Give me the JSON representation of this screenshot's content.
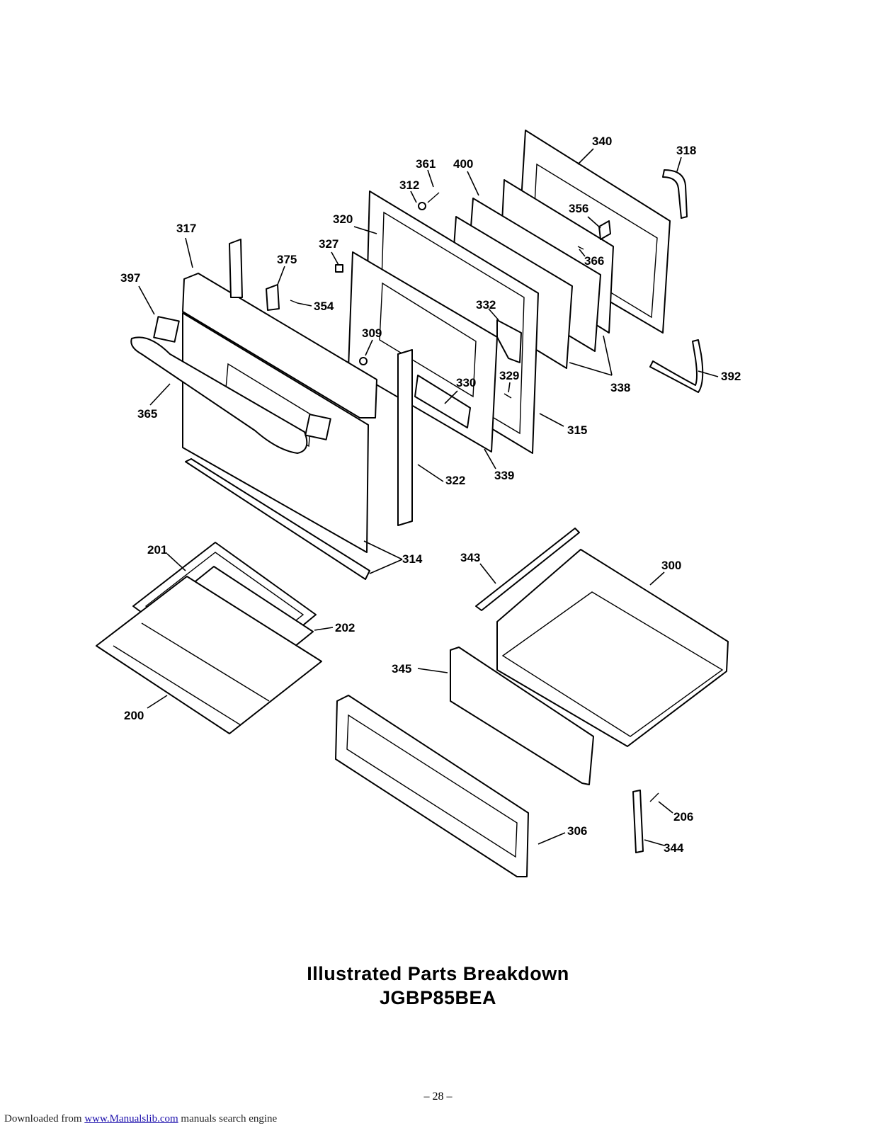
{
  "title": "Illustrated Parts Breakdown",
  "model": "JGBP85BEA",
  "page_number": "– 28 –",
  "footer": {
    "prefix": "Downloaded from ",
    "link_text": "www.Manualslib.com",
    "suffix": " manuals search engine"
  },
  "callouts": {
    "c340": "340",
    "c318": "318",
    "c361": "361",
    "c400": "400",
    "c312": "312",
    "c356": "356",
    "c320": "320",
    "c317": "317",
    "c327": "327",
    "c375": "375",
    "c366": "366",
    "c397": "397",
    "c354": "354",
    "c332": "332",
    "c309": "309",
    "c329": "329",
    "c330": "330",
    "c392": "392",
    "c338": "338",
    "c365": "365",
    "c315": "315",
    "c339": "339",
    "c322": "322",
    "c314": "314",
    "c201": "201",
    "c343": "343",
    "c300": "300",
    "c202": "202",
    "c345": "345",
    "c200": "200",
    "c306": "306",
    "c206": "206",
    "c344": "344"
  }
}
